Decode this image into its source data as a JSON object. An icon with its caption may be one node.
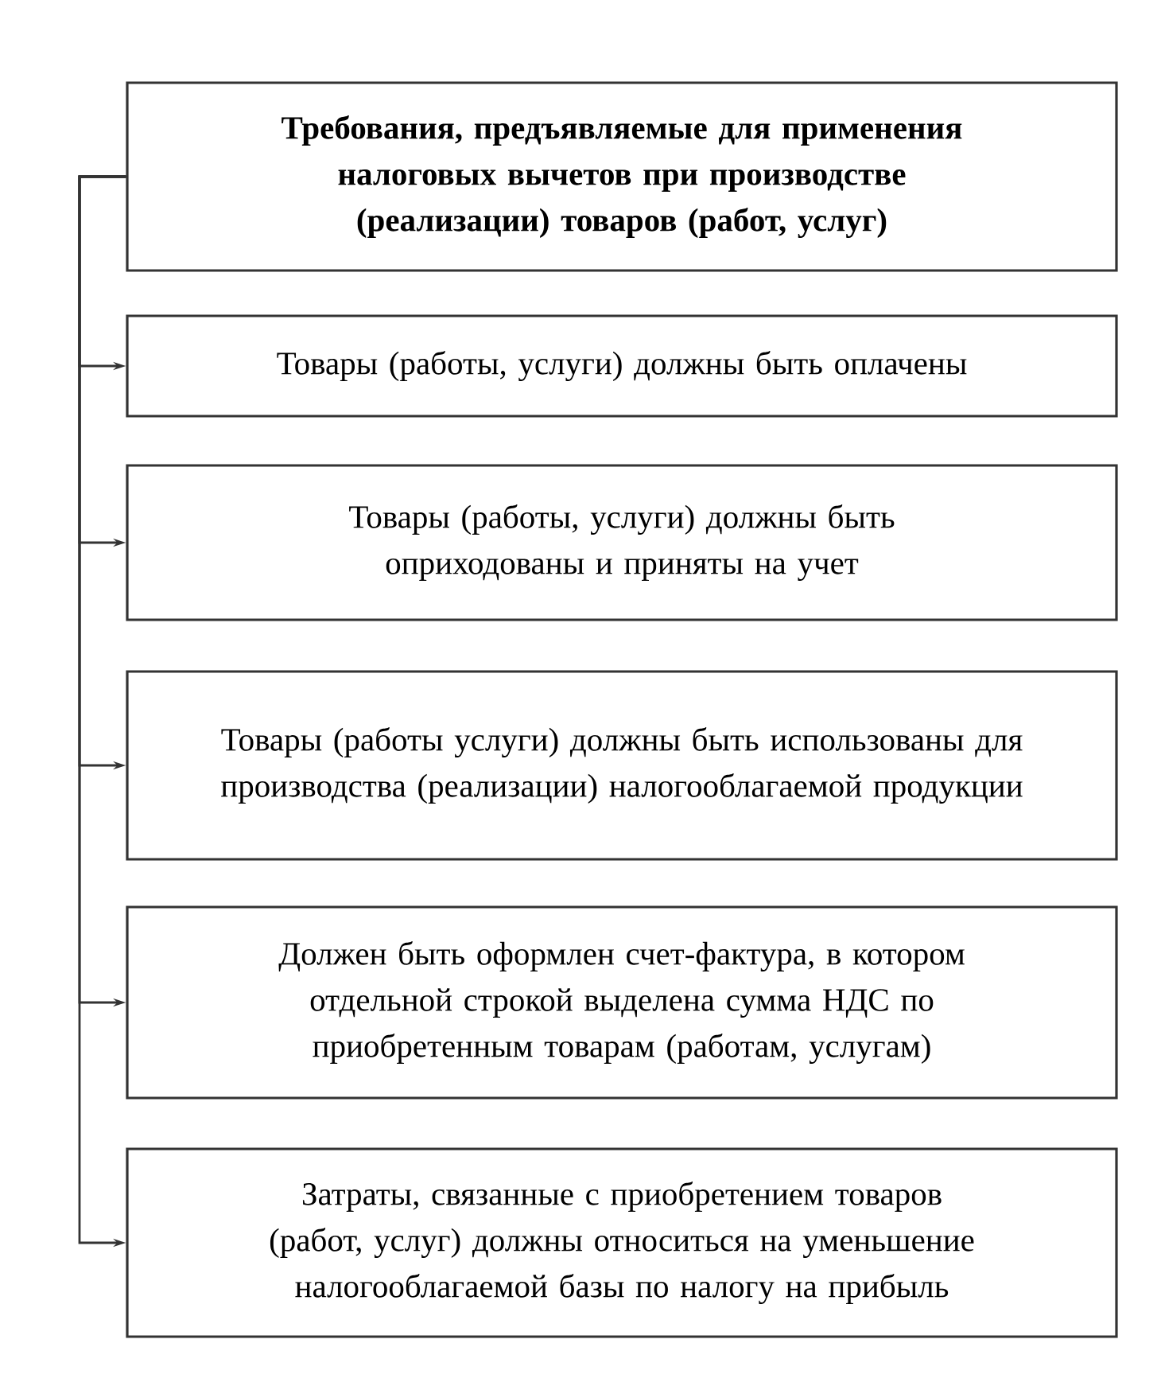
{
  "diagram": {
    "nodes": [
      {
        "text": [
          "Требования, предъявляемые для применения налоговых вычетов при производстве (реализации) товаров (работ, услуг)"
        ]
      },
      {
        "text": [
          "Товары (работы, услуги) должны быть оплачены"
        ]
      },
      {
        "text": [
          "Товары (работы, услуги) должны быть оприходованы и приняты на учет"
        ]
      },
      {
        "text": [
          "Товары (работы услуги) должны быть использованы для производства (реализации) налогооблагаемой продукции"
        ]
      },
      {
        "text": [
          "Должен быть оформлен счет-фактура, в котором отдельной строкой выделена сумма НДС по приобретенным товарам (работам, услугам)"
        ]
      },
      {
        "text": [
          "Затраты, связанные с приобретением товаров (работ, услуг) должны относиться на уменьшение налогооблагаемой базы по налогу на прибыль"
        ]
      }
    ],
    "edges": [
      {
        "from": 0,
        "to": 1,
        "arrow": "to"
      },
      {
        "from": 0,
        "to": 2,
        "arrow": "to"
      },
      {
        "from": 0,
        "to": 3,
        "arrow": "to"
      },
      {
        "from": 0,
        "to": 4,
        "arrow": "to"
      },
      {
        "from": 0,
        "to": 5,
        "arrow": "to"
      }
    ]
  }
}
